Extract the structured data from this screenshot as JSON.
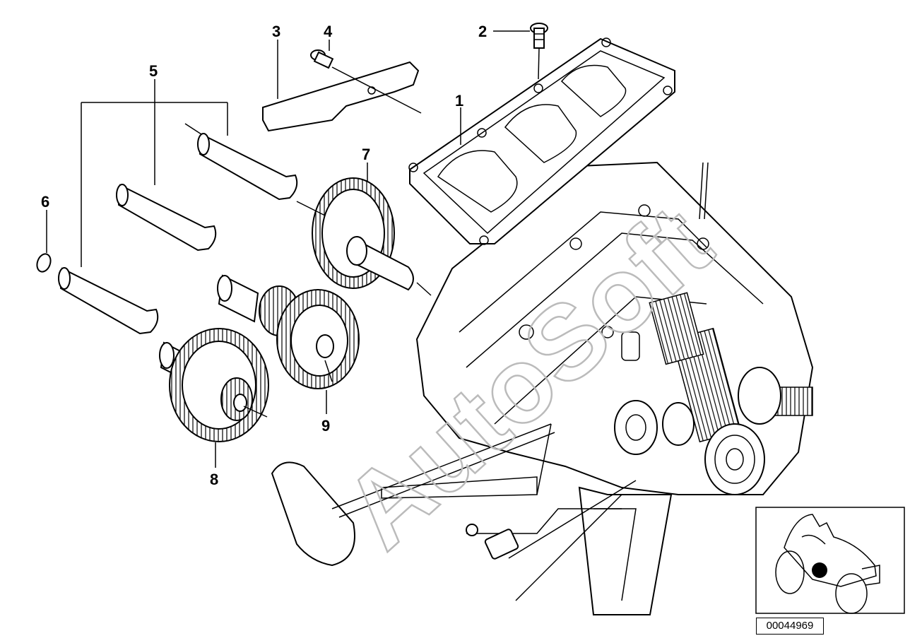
{
  "diagram": {
    "watermark": "AutoSoft",
    "diagram_id": "00044969",
    "callouts": [
      {
        "id": "1",
        "label": "1"
      },
      {
        "id": "2",
        "label": "2"
      },
      {
        "id": "3",
        "label": "3"
      },
      {
        "id": "4",
        "label": "4"
      },
      {
        "id": "5",
        "label": "5"
      },
      {
        "id": "6",
        "label": "6"
      },
      {
        "id": "7",
        "label": "7"
      },
      {
        "id": "8",
        "label": "8"
      },
      {
        "id": "9",
        "label": "9"
      }
    ]
  }
}
